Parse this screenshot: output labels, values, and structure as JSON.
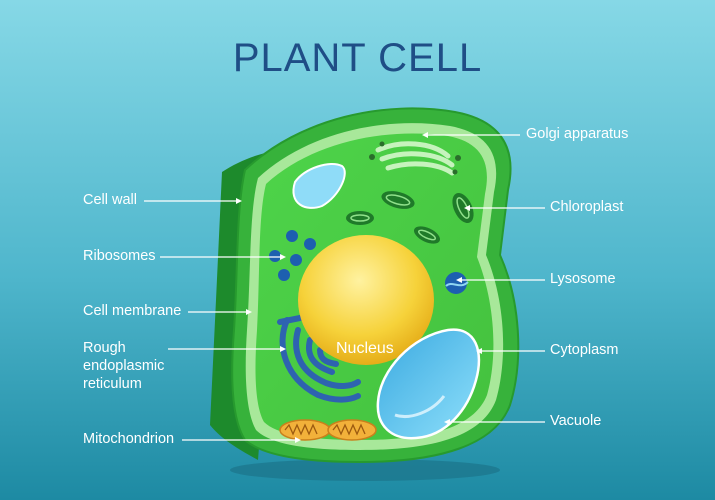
{
  "title": "PLANT CELL",
  "labels": {
    "cell_wall": "Cell wall",
    "ribosomes": "Ribosomes",
    "cell_membrane": "Cell membrane",
    "rough_er_line1": "Rough",
    "rough_er_line2": "endoplasmic",
    "rough_er_line3": "reticulum",
    "mitochondrion": "Mitochondrion",
    "golgi": "Golgi apparatus",
    "chloroplast": "Chloroplast",
    "lysosome": "Lysosome",
    "cytoplasm": "Cytoplasm",
    "vacuole": "Vacuole",
    "nucleus": "Nucleus"
  },
  "colors": {
    "background_top": "#7fd4e3",
    "background_bottom": "#1f8fa8",
    "title": "#1f4e86",
    "cell_wall": "#2fa83a",
    "cytoplasm": "#4fd04a",
    "nucleus": "#f2c318",
    "vacuole": "#5cc9ef",
    "er": "#2e63b0",
    "mitochondrion": "#e89a2c"
  }
}
